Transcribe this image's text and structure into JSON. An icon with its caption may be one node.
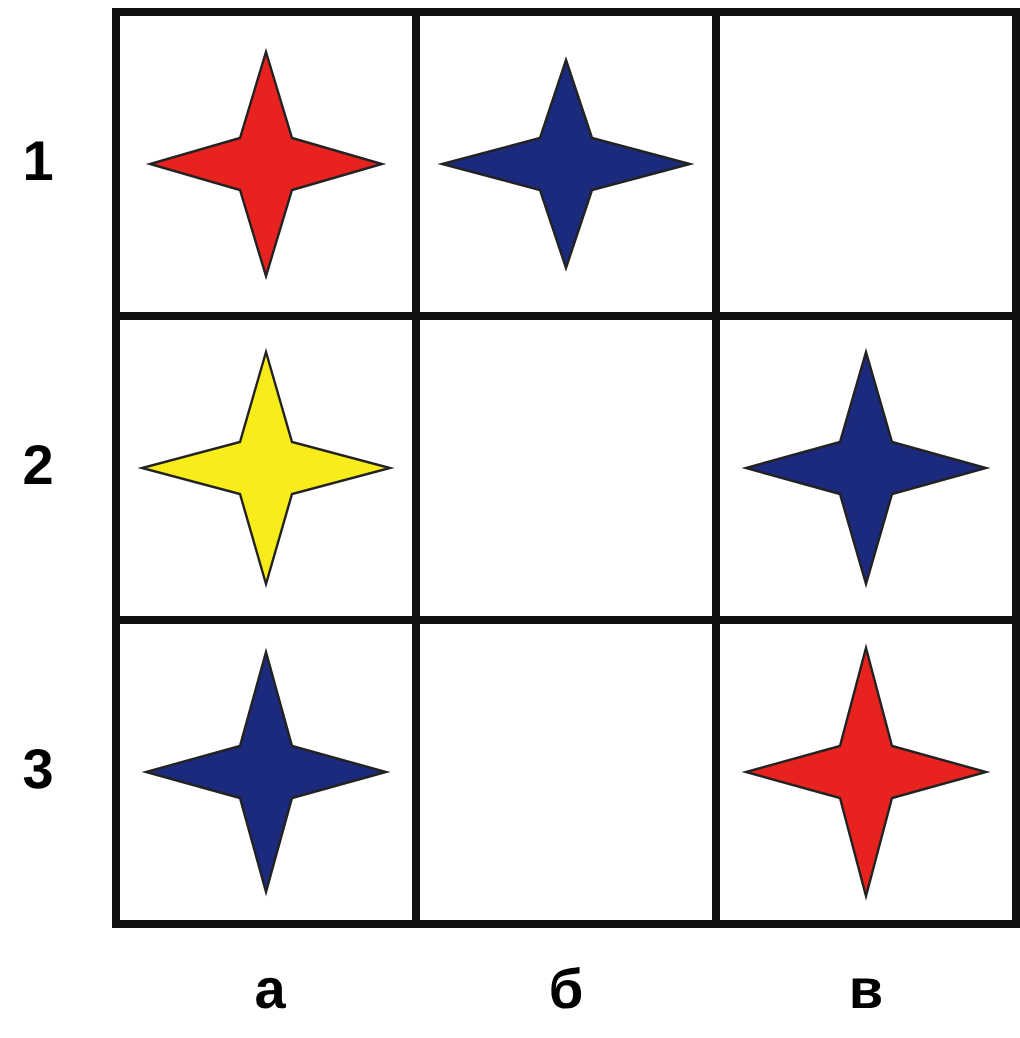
{
  "diagram": {
    "labels": [
      "1",
      "2",
      "3",
      "а",
      "б",
      "в"
    ]
  }
}
